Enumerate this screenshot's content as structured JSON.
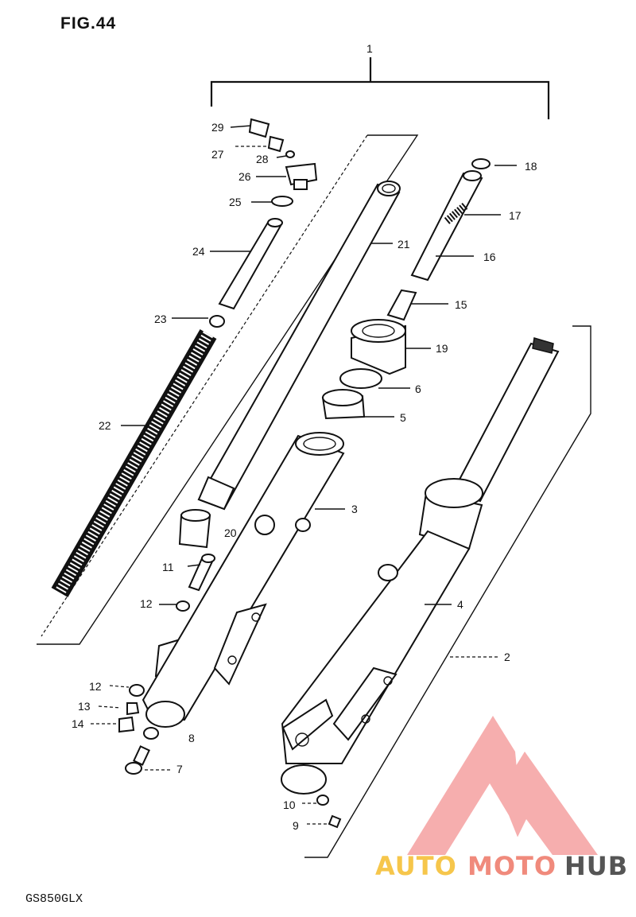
{
  "title": "FIG.44",
  "model": "GS850GLX",
  "watermark": {
    "part1": "AUTO",
    "part2": "MOTO",
    "part3": "HUB",
    "color_light": "#f6c64b",
    "color_accent": "#f08a7c",
    "color_dark": "#555555",
    "logo_color": "#f5a0a0"
  },
  "callouts": [
    "1",
    "2",
    "3",
    "4",
    "5",
    "6",
    "7",
    "8",
    "9",
    "10",
    "11",
    "12",
    "12",
    "13",
    "14",
    "15",
    "16",
    "17",
    "18",
    "19",
    "20",
    "21",
    "22",
    "23",
    "24",
    "25",
    "26",
    "27",
    "28",
    "29"
  ],
  "icons": [
    "front-fork-assembly-drawing",
    "automotohub-logo"
  ]
}
